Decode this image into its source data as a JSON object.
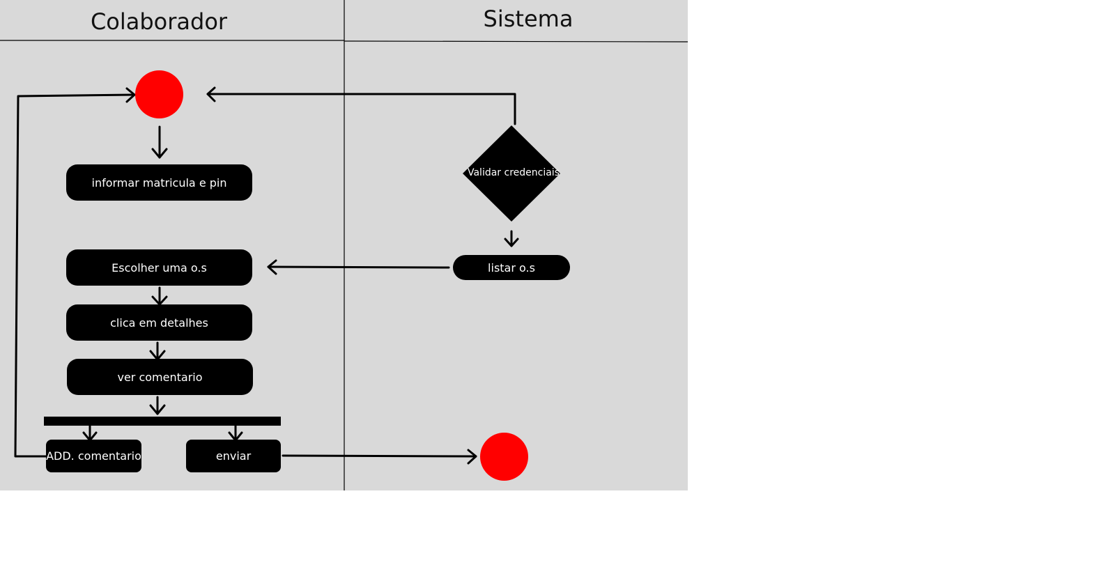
{
  "lanes": {
    "left_title": "Colaborador",
    "right_title": "Sistema"
  },
  "nodes": {
    "informar": "informar matricula e pin",
    "escolher": "Escolher uma o.s",
    "clica": "clica em detalhes",
    "ver": "ver comentario",
    "add": "ADD. comentario",
    "enviar": "enviar",
    "validar": "Validar credenciais",
    "listar": "listar o.s"
  },
  "colors": {
    "background": "#d9d9d9",
    "node_fill": "#000000",
    "node_text": "#ffffff",
    "terminal": "#ff0000"
  }
}
